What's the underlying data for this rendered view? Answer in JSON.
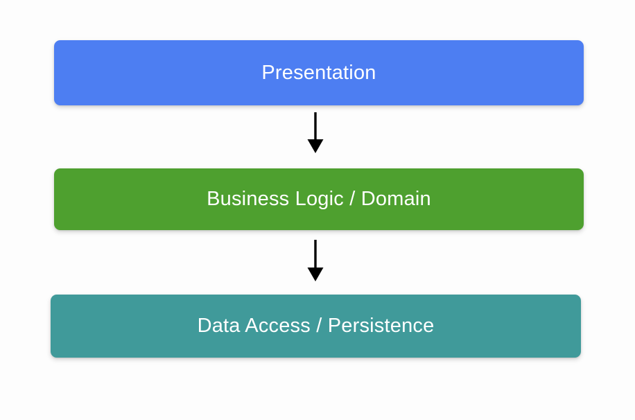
{
  "diagram": {
    "type": "layered-architecture",
    "orientation": "vertical-top-down",
    "background_color": "#fdfdfd",
    "layers": [
      {
        "id": "presentation",
        "label": "Presentation",
        "color": "#4d7ef2",
        "color_name": "blue",
        "order": 1
      },
      {
        "id": "business-logic",
        "label": "Business Logic / Domain",
        "color": "#4ea02f",
        "color_name": "green",
        "order": 2
      },
      {
        "id": "data-access",
        "label": "Data Access / Persistence",
        "color": "#409a9a",
        "color_name": "teal",
        "order": 3
      }
    ],
    "connectors": [
      {
        "id": "presentation-to-business",
        "from": "presentation",
        "to": "business-logic",
        "style": "solid-arrow-down",
        "color": "#000000"
      },
      {
        "id": "business-to-data",
        "from": "business-logic",
        "to": "data-access",
        "style": "solid-arrow-down",
        "color": "#000000"
      }
    ]
  }
}
